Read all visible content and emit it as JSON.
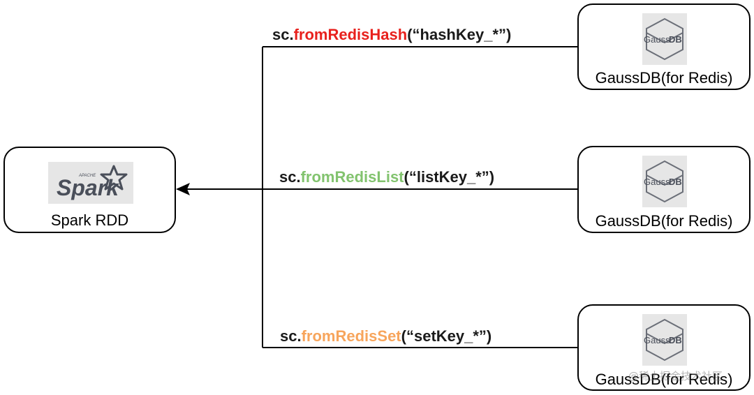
{
  "spark": {
    "logo_small": "APACHE",
    "logo_text": "Spark",
    "label": "Spark RDD"
  },
  "sources": [
    {
      "logo_text_a": "Gauss",
      "logo_text_b": "DB",
      "label": "GaussDB(for Redis)"
    },
    {
      "logo_text_a": "Gauss",
      "logo_text_b": "DB",
      "label": "GaussDB(for Redis)"
    },
    {
      "logo_text_a": "Gauss",
      "logo_text_b": "DB",
      "label": "GaussDB(for Redis)"
    }
  ],
  "calls": [
    {
      "prefix": "sc.",
      "method": "fromRedisHash",
      "args": "(“hashKey_*”)",
      "method_color": "#e8211d"
    },
    {
      "prefix": "sc.",
      "method": "fromRedisList",
      "args": "(“listKey_*”)",
      "method_color": "#82c36e"
    },
    {
      "prefix": "sc.",
      "method": "fromRedisSet",
      "args": "(“setKey_*”)",
      "method_color": "#f7a55c"
    }
  ],
  "watermark": "@稀土掘金技术社区"
}
